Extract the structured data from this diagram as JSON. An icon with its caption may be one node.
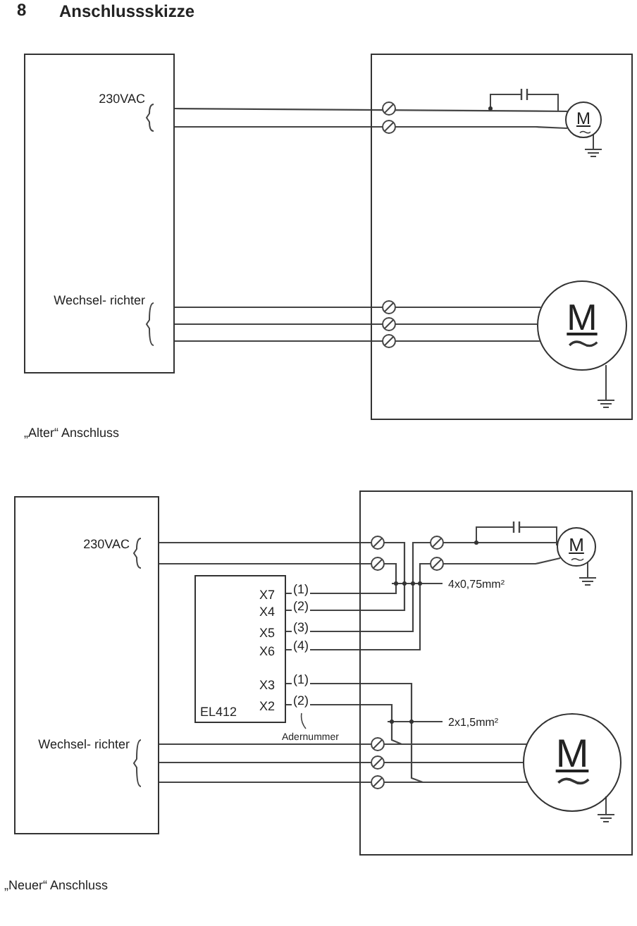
{
  "diagram": {
    "title": "Anschlussskizze",
    "nodes": [
      {
        "text": [
          "230VAC",
          "Wechsel- richter"
        ]
      },
      {
        "text": [],
        "shape": "box"
      },
      {
        "text": [
          "M"
        ],
        "in": 1
      },
      {
        "text": [
          "M"
        ],
        "in": 1
      },
      {
        "text": [
          "230VAC",
          "Wechsel- richter"
        ]
      },
      {
        "text": [],
        "shape": "box"
      },
      {
        "text": [
          "X7",
          "X4",
          "X5",
          "X6",
          "X3",
          "X2",
          "EL412"
        ]
      },
      {
        "text": [
          "M"
        ],
        "in": 5
      },
      {
        "text": [
          "M"
        ],
        "in": 5
      }
    ],
    "edges": [
      {
        "from": 0,
        "to": 2,
        "arrow": "none"
      },
      {
        "from": 0,
        "to": 2,
        "arrow": "none"
      },
      {
        "from": 0,
        "to": 3,
        "arrow": "none"
      },
      {
        "from": 0,
        "to": 3,
        "arrow": "none"
      },
      {
        "from": 0,
        "to": 3,
        "arrow": "none"
      },
      {
        "from": 4,
        "to": 6,
        "arrow": "none",
        "label": "(2)"
      },
      {
        "from": 4,
        "to": 6,
        "arrow": "none",
        "label": "(1)"
      },
      {
        "from": 6,
        "to": 7,
        "arrow": "none",
        "label": "(3)"
      },
      {
        "from": 6,
        "to": 7,
        "arrow": "none",
        "label": "(4)"
      },
      {
        "from": 4,
        "to": 8,
        "arrow": "none"
      },
      {
        "from": 4,
        "to": 8,
        "arrow": "none"
      },
      {
        "from": 4,
        "to": 8,
        "arrow": "none"
      },
      {
        "from": 6,
        "to": 8,
        "arrow": "none",
        "label": "(1)"
      },
      {
        "from": 6,
        "to": 8,
        "arrow": "none",
        "label": "(2)"
      }
    ],
    "labels": [
      "8",
      "„Alter“ Anschluss",
      "4x0,75mm²",
      "Adernummer",
      "2x1,5mm²",
      "„Neuer“ Anschluss"
    ]
  }
}
